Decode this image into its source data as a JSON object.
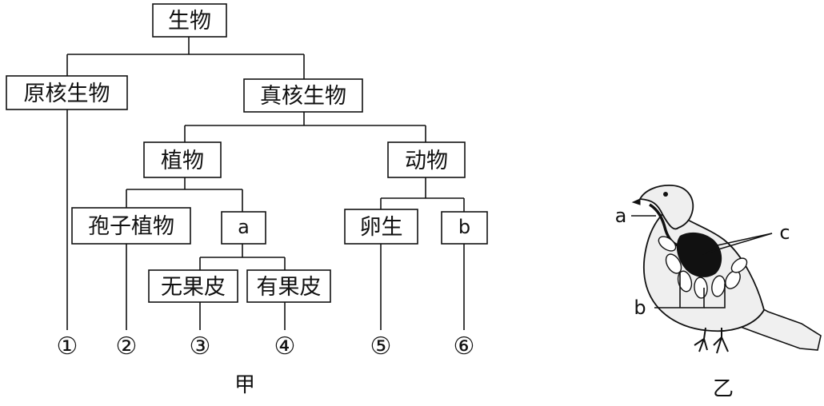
{
  "diagram_jia": {
    "root": "生物",
    "prokaryote": "原核生物",
    "eukaryote": "真核生物",
    "plant": "植物",
    "animal": "动物",
    "spore_plant": "孢子植物",
    "seed_plant_blank": "a",
    "no_pericarp": "无果皮",
    "with_pericarp": "有果皮",
    "oviparous": "卵生",
    "animal_blank": "b",
    "leaf_1": "①",
    "leaf_2": "②",
    "leaf_3": "③",
    "leaf_4": "④",
    "leaf_5": "⑤",
    "leaf_6": "⑥",
    "caption": "甲"
  },
  "figure_yi": {
    "label_a": "a",
    "label_b": "b",
    "label_c": "c",
    "caption": "乙"
  }
}
